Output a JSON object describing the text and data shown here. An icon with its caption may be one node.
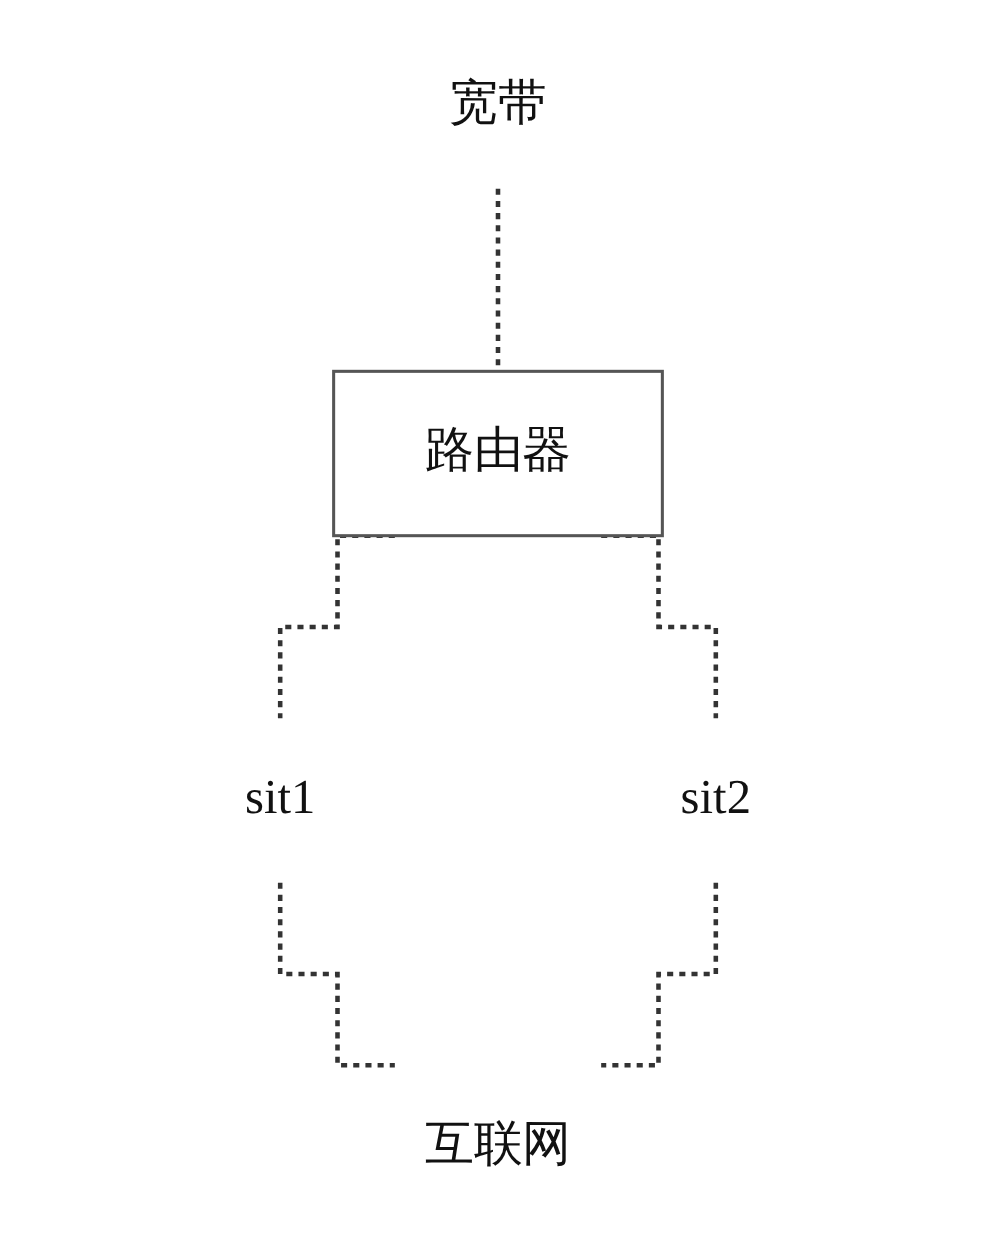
{
  "diagram": {
    "nodes": [
      {
        "text": [
          "宽带"
        ]
      },
      {
        "text": [
          "路由器"
        ]
      },
      {
        "text": [
          "sit1"
        ]
      },
      {
        "text": [
          "sit2"
        ]
      },
      {
        "text": [
          "互联网"
        ]
      }
    ],
    "edges": [
      {
        "from": 0,
        "to": 1,
        "arrow": "none",
        "style": "dashed"
      },
      {
        "from": 1,
        "to": 2,
        "arrow": "none",
        "style": "dashed"
      },
      {
        "from": 1,
        "to": 3,
        "arrow": "none",
        "style": "dashed"
      },
      {
        "from": 2,
        "to": 4,
        "arrow": "none",
        "style": "dashed"
      },
      {
        "from": 3,
        "to": 4,
        "arrow": "none",
        "style": "dashed"
      }
    ]
  }
}
